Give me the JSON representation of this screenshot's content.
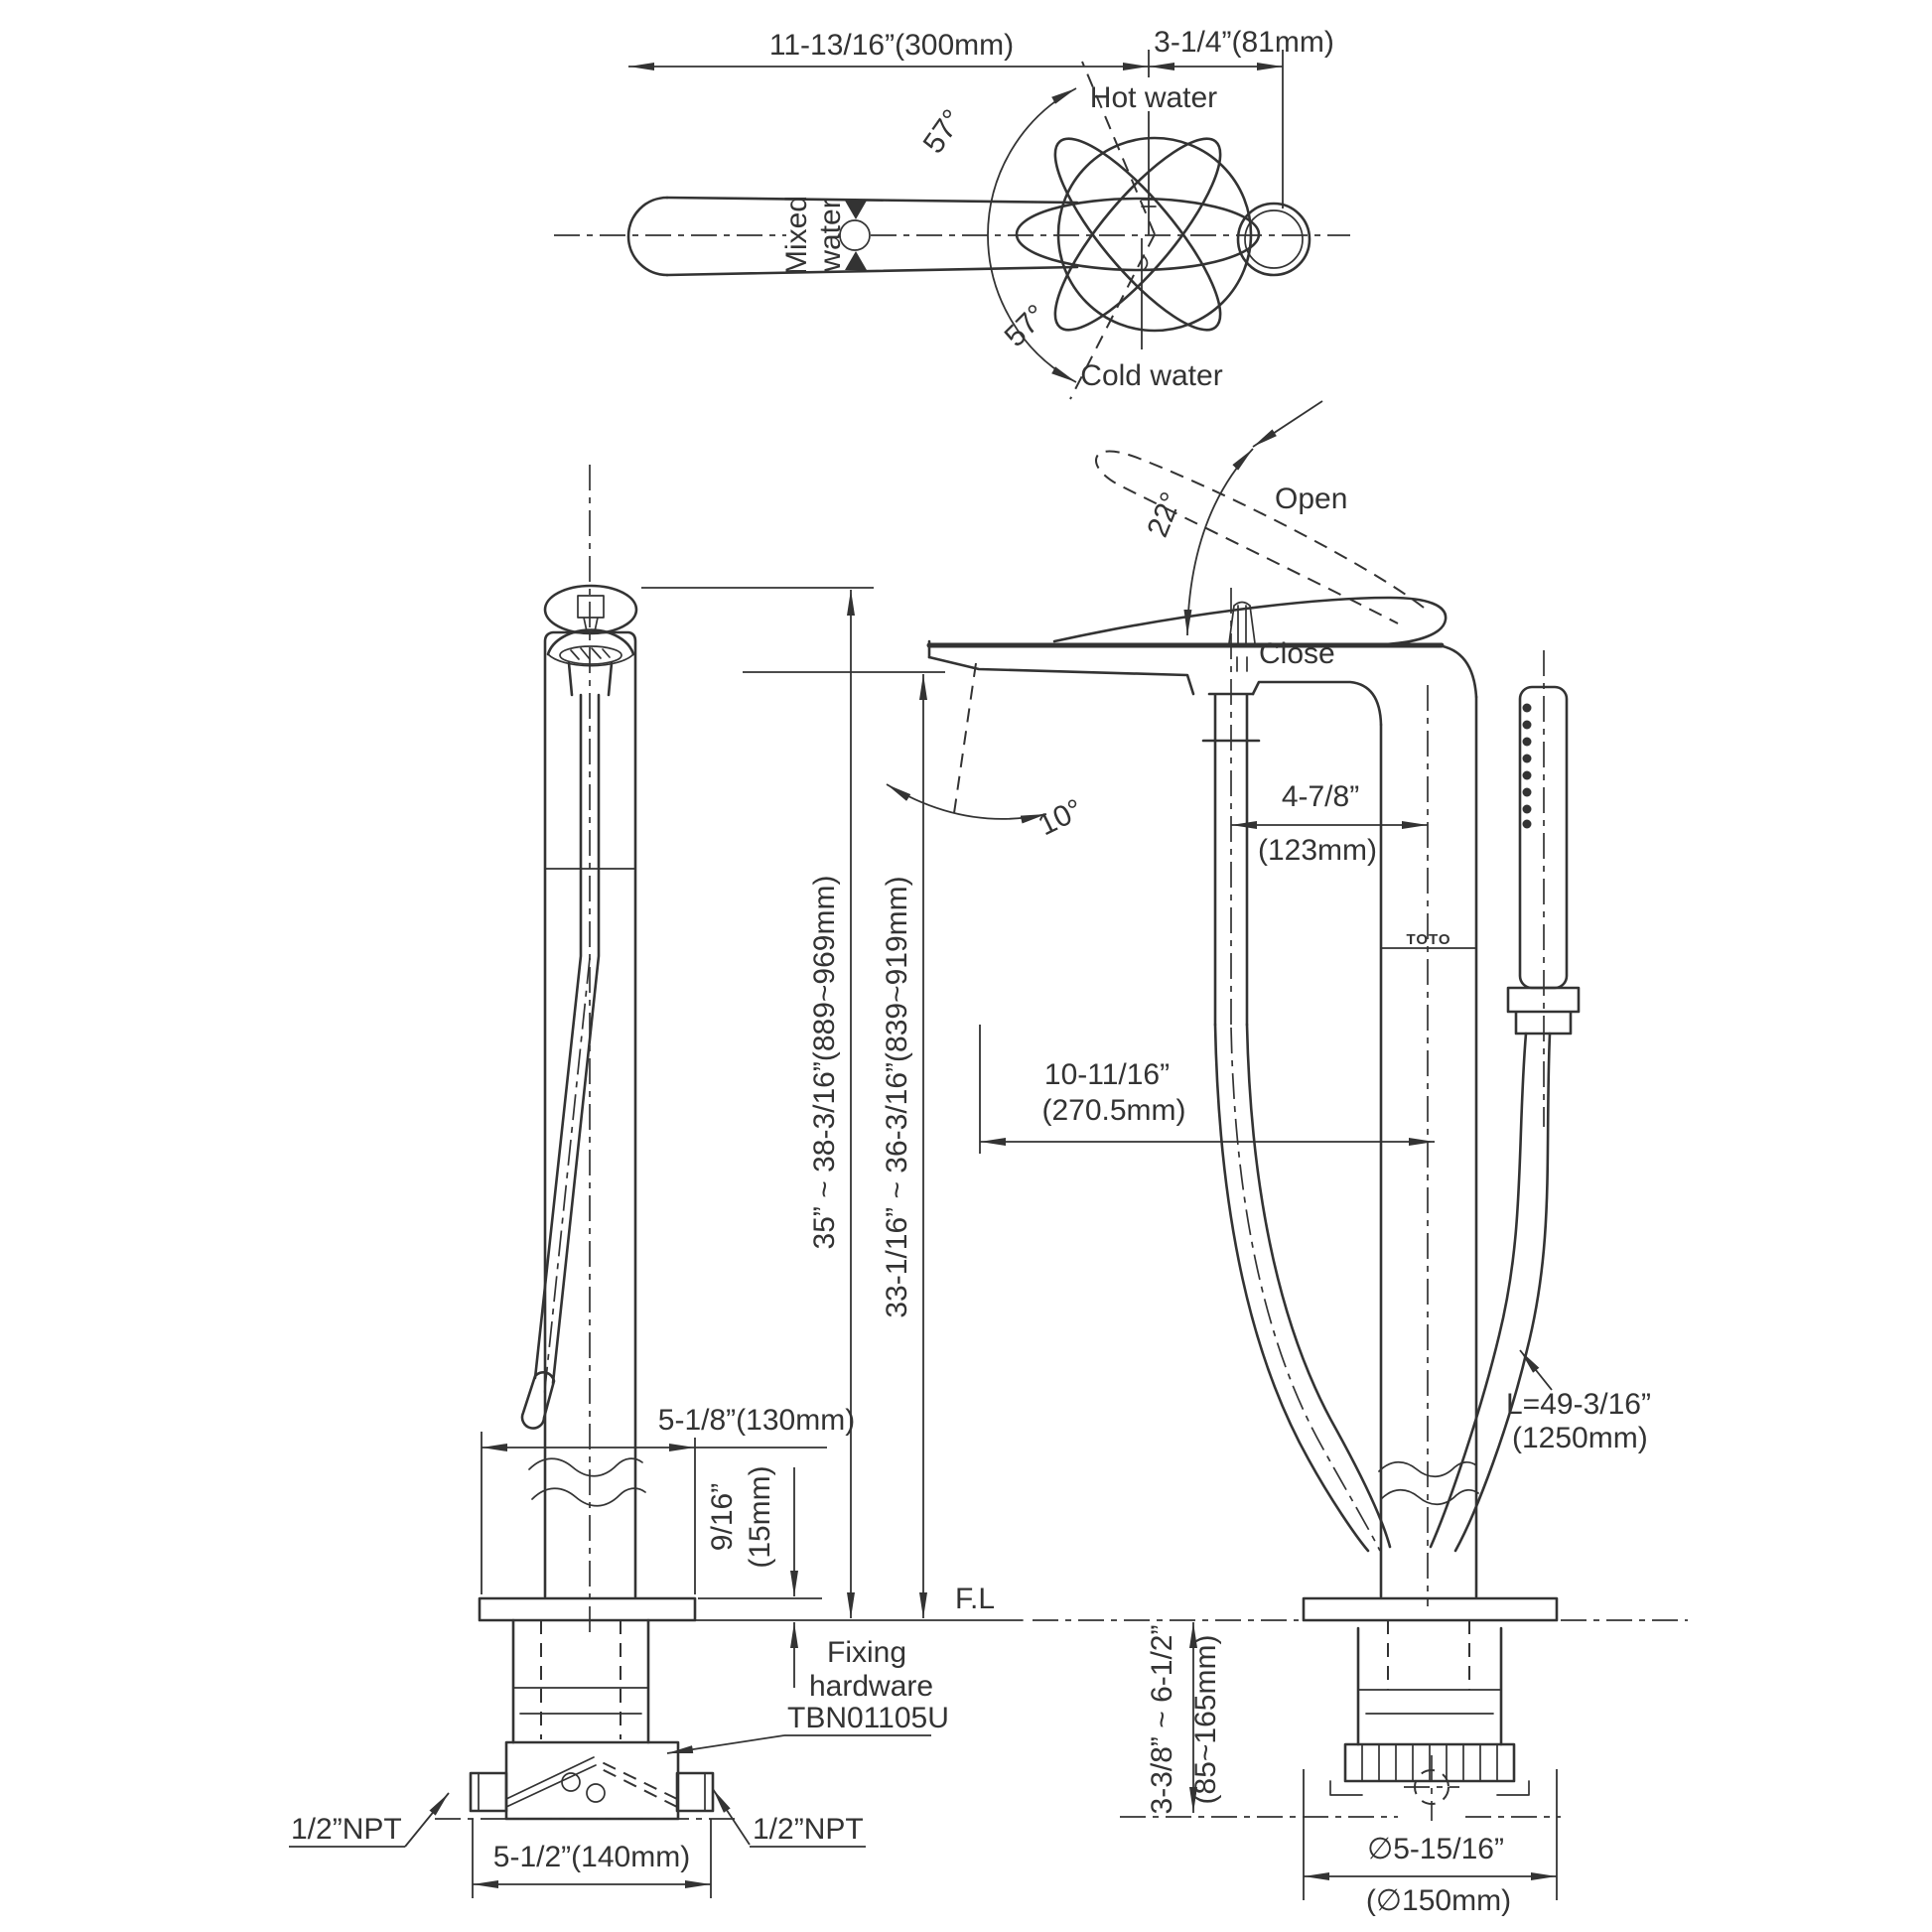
{
  "colors": {
    "ink": "#333333",
    "background": "#ffffff"
  },
  "labels": {
    "dim_top_width": "11-13/16”(300mm)",
    "dim_top_offset": "3-1/4”(81mm)",
    "hot_water": "Hot water",
    "cold_water": "Cold water",
    "mixed_line1": "Mixed",
    "mixed_line2": "water",
    "angle_hot": "57°",
    "angle_cold": "57°",
    "open": "Open",
    "close": "Close",
    "angle_handle": "22°",
    "angle_spout": "10°",
    "dim_handle_offset_1": "4-7/8”",
    "dim_handle_offset_2": "(123mm)",
    "dim_spout_reach_1": "10-11/16”",
    "dim_spout_reach_2": "(270.5mm)",
    "dim_height_total": "35” ~ 38-3/16”(889~969mm)",
    "dim_height_spout": "33-1/16” ~ 36-3/16”(839~919mm)",
    "dim_flange_side": "5-1/8”(130mm)",
    "dim_plate_thick_1": "9/16”",
    "dim_plate_thick_2": "(15mm)",
    "floor_level": "F.L",
    "fixing_line1": "Fixing",
    "fixing_line2": "hardware",
    "fixing_line3": "TBN01105U",
    "npt_left": "1/2”NPT",
    "npt_right": "1/2”NPT",
    "dim_hardware_width": "5-1/2”(140mm)",
    "hose_length_1": "L=49-3/16”",
    "hose_length_2": "(1250mm)",
    "dim_below_floor_1": "3-3/8” ~ 6-1/2”",
    "dim_below_floor_2": "(85~165mm)",
    "dim_flange_dia_1": "∅5-15/16”",
    "dim_flange_dia_2": "(∅150mm)",
    "brand": "TOTO"
  }
}
